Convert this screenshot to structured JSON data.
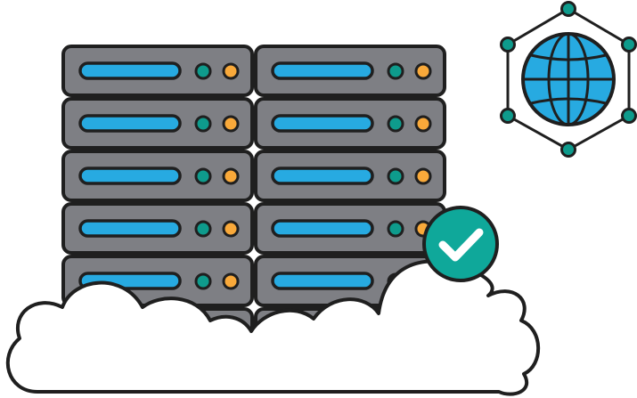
{
  "illustration": {
    "subject": "cloud-server-rack-with-network-globe-and-checkmark",
    "server_rack": {
      "columns": 2,
      "visible_units_per_column": 6
    },
    "icons": [
      "server-rack-icon",
      "globe-network-icon",
      "checkmark-badge-icon",
      "cloud-icon"
    ]
  },
  "colors": {
    "outline": "#1f1f1f",
    "server_body": "#7e7f84",
    "drive_slot": "#27aae1",
    "status_led_teal": "#0e9b8c",
    "status_led_orange": "#f9a93a",
    "globe_fill": "#27aae1",
    "network_node": "#0e9b8c",
    "check_badge": "#0fa89a",
    "check_mark": "#ffffff",
    "cloud_fill": "#ffffff"
  }
}
